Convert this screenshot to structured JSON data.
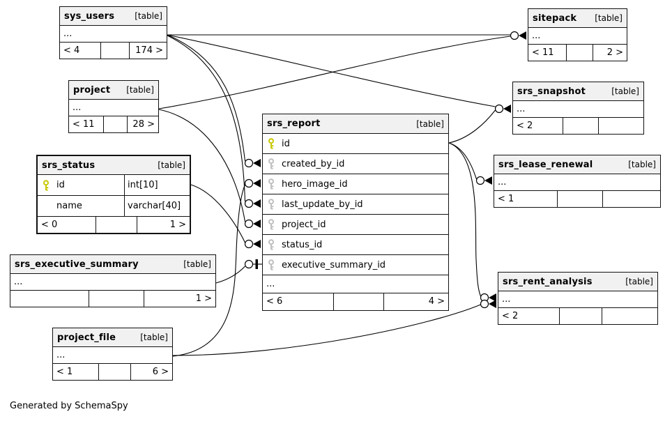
{
  "footer_note": "Generated by SchemaSpy",
  "colors": {
    "line": "#000000",
    "header_fill": "#f1f1f1",
    "pk_key": "#c8c800",
    "fk_key": "#bfbfbf",
    "border": "#111111"
  },
  "tables": [
    {
      "name": "sys_users",
      "badge": "[table]",
      "ellipsis": "...",
      "footer": {
        "l": "< 4",
        "m": "",
        "r": "174 >"
      }
    },
    {
      "name": "sitepack",
      "badge": "[table]",
      "ellipsis": "...",
      "footer": {
        "l": "< 11",
        "m": "",
        "r": "2 >"
      }
    },
    {
      "name": "project",
      "badge": "[table]",
      "ellipsis": "...",
      "footer": {
        "l": "< 11",
        "m": "",
        "r": "28 >"
      }
    },
    {
      "name": "srs_snapshot",
      "badge": "[table]",
      "ellipsis": "...",
      "footer": {
        "l": "< 2",
        "m": "",
        "r": ""
      }
    },
    {
      "name": "srs_status",
      "badge": "[table]",
      "columns": [
        {
          "name": "id",
          "type": "int[10]",
          "key": "pk"
        },
        {
          "name": "name",
          "type": "varchar[40]",
          "key": "none"
        }
      ],
      "footer": {
        "l": "< 0",
        "m": "",
        "r": "1 >"
      }
    },
    {
      "name": "srs_report",
      "badge": "[table]",
      "ellipsis": "...",
      "columns": [
        {
          "name": "id",
          "key": "pk"
        },
        {
          "name": "created_by_id",
          "key": "fk"
        },
        {
          "name": "hero_image_id",
          "key": "fk"
        },
        {
          "name": "last_update_by_id",
          "key": "fk"
        },
        {
          "name": "project_id",
          "key": "fk"
        },
        {
          "name": "status_id",
          "key": "fk"
        },
        {
          "name": "executive_summary_id",
          "key": "fk"
        }
      ],
      "footer": {
        "l": "< 6",
        "m": "",
        "r": "4 >"
      }
    },
    {
      "name": "srs_lease_renewal",
      "badge": "[table]",
      "ellipsis": "...",
      "footer": {
        "l": "< 1",
        "m": "",
        "r": ""
      }
    },
    {
      "name": "srs_executive_summary",
      "badge": "[table]",
      "ellipsis": "...",
      "footer": {
        "l": "",
        "m": "",
        "r": "1 >"
      }
    },
    {
      "name": "srs_rent_analysis",
      "badge": "[table]",
      "ellipsis": "...",
      "footer": {
        "l": "< 2",
        "m": "",
        "r": ""
      }
    },
    {
      "name": "project_file",
      "badge": "[table]",
      "ellipsis": "...",
      "footer": {
        "l": "< 1",
        "m": "",
        "r": "6 >"
      }
    }
  ],
  "relationships": [
    {
      "fk": "sitepack",
      "ref": "sys_users"
    },
    {
      "fk": "sitepack",
      "ref": "project"
    },
    {
      "fk": "srs_snapshot",
      "ref": "sys_users"
    },
    {
      "fk": "srs_snapshot",
      "ref": "srs_report.id"
    },
    {
      "fk": "srs_lease_renewal",
      "ref": "srs_report.id"
    },
    {
      "fk": "srs_rent_analysis",
      "ref": "srs_report.id"
    },
    {
      "fk": "srs_rent_analysis",
      "ref": "project_file"
    },
    {
      "fk": "srs_report.created_by_id",
      "ref": "sys_users"
    },
    {
      "fk": "srs_report.hero_image_id",
      "ref": "project_file"
    },
    {
      "fk": "srs_report.last_update_by_id",
      "ref": "sys_users"
    },
    {
      "fk": "srs_report.project_id",
      "ref": "project"
    },
    {
      "fk": "srs_report.status_id",
      "ref": "srs_status"
    },
    {
      "fk": "srs_report.executive_summary_id",
      "ref": "srs_executive_summary"
    }
  ]
}
